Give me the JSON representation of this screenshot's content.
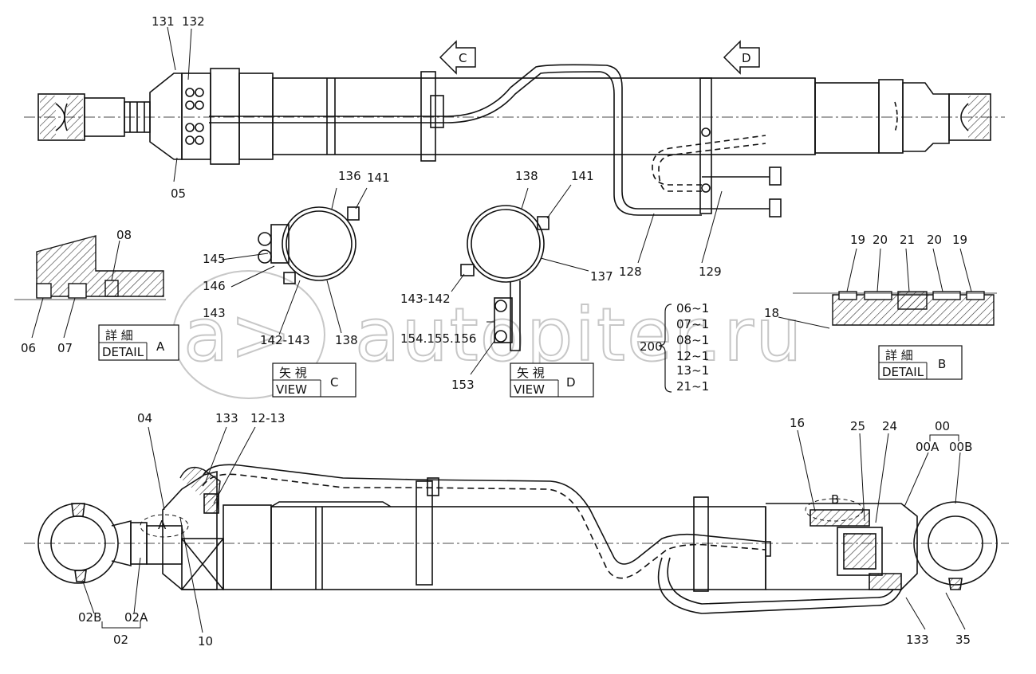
{
  "watermark": {
    "text": "autopiter.ru",
    "mark": "a>"
  },
  "views": {
    "C": {
      "arrow_label": "C",
      "jp": "矢 視",
      "en": "VIEW",
      "letter": "C"
    },
    "D": {
      "arrow_label": "D",
      "jp": "矢 視",
      "en": "VIEW",
      "letter": "D"
    }
  },
  "details": {
    "A": {
      "jp": "詳 細",
      "en": "DETAIL",
      "letter": "A",
      "marker": "A"
    },
    "B": {
      "jp": "詳 細",
      "en": "DETAIL",
      "letter": "B",
      "marker": "B"
    }
  },
  "part_numbers": {
    "top": [
      "131",
      "132",
      "05",
      "128",
      "129"
    ],
    "view_c": [
      "136",
      "141",
      "145",
      "146",
      "143",
      "142-143",
      "138"
    ],
    "view_d": [
      "138",
      "141",
      "137",
      "143-142",
      "154.155.156",
      "153"
    ],
    "detail_a": [
      "08",
      "06",
      "07"
    ],
    "detail_b": [
      "19",
      "20",
      "21",
      "20",
      "19",
      "18"
    ],
    "kit": {
      "main": "200",
      "items": [
        "06~1",
        "07~1",
        "08~1",
        "12~1",
        "13~1",
        "21~1"
      ]
    },
    "bottom": [
      "04",
      "133",
      "12-13",
      "02B",
      "02A",
      "02",
      "10",
      "16",
      "25",
      "24",
      "00",
      "00A",
      "00B",
      "133",
      "35"
    ]
  }
}
